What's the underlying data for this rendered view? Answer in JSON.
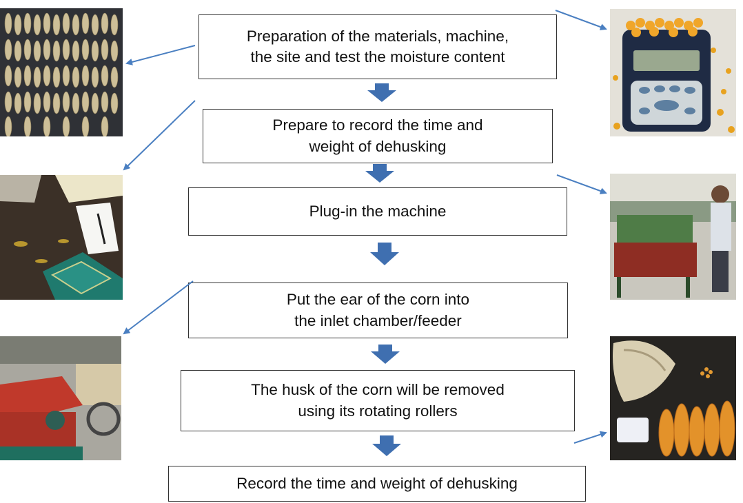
{
  "steps": [
    {
      "text": "Preparation of the materials, machine,\nthe site and test the moisture content"
    },
    {
      "text": "Prepare to record the time and\nweight of dehusking"
    },
    {
      "text": "Plug-in the machine"
    },
    {
      "text": "Put the ear of the corn into\nthe inlet chamber/feeder"
    },
    {
      "text": "The husk of the corn will be removed\nusing its rotating rollers"
    },
    {
      "text": "Record the time and weight of dehusking"
    }
  ],
  "colors": {
    "arrow": "#3f6fb0",
    "connector": "#4a7fc1",
    "box_border": "#333333"
  },
  "photos": [
    {
      "name": "photo-corn-ears-drying",
      "side": "left"
    },
    {
      "name": "photo-moisture-meter",
      "side": "right"
    },
    {
      "name": "photo-notes-and-scale",
      "side": "left"
    },
    {
      "name": "photo-dehusker-workshop",
      "side": "right"
    },
    {
      "name": "photo-dehusker-machine",
      "side": "left"
    },
    {
      "name": "photo-husked-corn",
      "side": "right"
    }
  ]
}
